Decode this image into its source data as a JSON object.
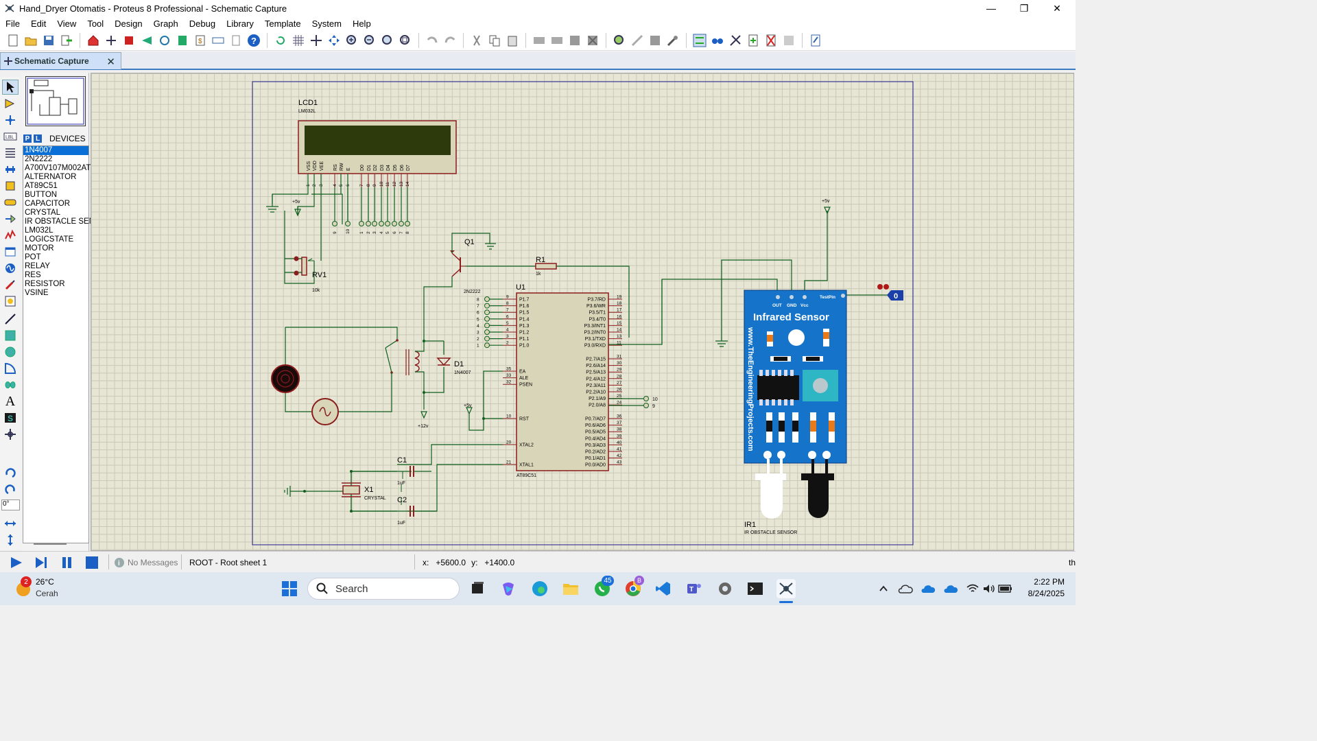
{
  "window": {
    "title": "Hand_Dryer Otomatis - Proteus 8 Professional - Schematic Capture",
    "minimize": "—",
    "maximize": "❐",
    "close": "✕"
  },
  "menu": [
    "File",
    "Edit",
    "View",
    "Tool",
    "Design",
    "Graph",
    "Debug",
    "Library",
    "Template",
    "System",
    "Help"
  ],
  "tab": {
    "label": "Schematic Capture",
    "close": "✕"
  },
  "devices_panel": {
    "p_button": "P",
    "l_button": "L",
    "header": "DEVICES",
    "selected": "1N4007",
    "items": [
      "1N4007",
      "2N2222",
      "A700V107M002ATE",
      "ALTERNATOR",
      "AT89C51",
      "BUTTON",
      "CAPACITOR",
      "CRYSTAL",
      "IR OBSTACLE SENSOR",
      "LM032L",
      "LOGICSTATE",
      "MOTOR",
      "POT",
      "RELAY",
      "RES",
      "RESISTOR",
      "VSINE"
    ]
  },
  "rotation": "0°",
  "schematic": {
    "lcd": {
      "ref": "LCD1",
      "part": "LM032L",
      "pins": [
        "VSS",
        "VDD",
        "VEE",
        "RS",
        "RW",
        "E",
        "D0",
        "D1",
        "D2",
        "D3",
        "D4",
        "D5",
        "D6",
        "D7"
      ],
      "pin_nums": [
        "1",
        "2",
        "3",
        "4",
        "5",
        "6",
        "7",
        "8",
        "9",
        "10",
        "11",
        "12",
        "13",
        "14"
      ],
      "bottom_labels": [
        "9",
        "10",
        "1",
        "2",
        "3",
        "4",
        "5",
        "6",
        "7",
        "8"
      ]
    },
    "pot": {
      "ref": "RV1",
      "value": "10k"
    },
    "transistor": {
      "ref": "Q1",
      "part": "2N2222"
    },
    "resistor": {
      "ref": "R1",
      "value": "1k"
    },
    "diode": {
      "ref": "D1",
      "part": "1N4007"
    },
    "mcu": {
      "ref": "U1",
      "part": "AT89C51",
      "left_pins": [
        {
          "num": "9",
          "name": "P1.7",
          "label": "8"
        },
        {
          "num": "8",
          "name": "P1.6",
          "label": "7"
        },
        {
          "num": "7",
          "name": "P1.5",
          "label": "6"
        },
        {
          "num": "6",
          "name": "P1.4",
          "label": "5"
        },
        {
          "num": "5",
          "name": "P1.3",
          "label": "4"
        },
        {
          "num": "4",
          "name": "P1.2",
          "label": "3"
        },
        {
          "num": "3",
          "name": "P1.1",
          "label": "2"
        },
        {
          "num": "2",
          "name": "P1.0",
          "label": "1"
        }
      ],
      "ctrl_pins": [
        {
          "num": "35",
          "name": "EA"
        },
        {
          "num": "33",
          "name": "ALE"
        },
        {
          "num": "32",
          "name": "PSEN"
        }
      ],
      "rst": {
        "num": "10",
        "name": "RST"
      },
      "xtal2": {
        "num": "20",
        "name": "XTAL2"
      },
      "xtal1": {
        "num": "21",
        "name": "XTAL1"
      },
      "right_pins_p3": [
        {
          "num": "19",
          "name": "P3.7/RD"
        },
        {
          "num": "18",
          "name": "P3.6/WR"
        },
        {
          "num": "17",
          "name": "P3.5/T1"
        },
        {
          "num": "16",
          "name": "P3.4/T0"
        },
        {
          "num": "15",
          "name": "P3.3/INT1"
        },
        {
          "num": "14",
          "name": "P3.2/INT0"
        },
        {
          "num": "13",
          "name": "P3.1/TXD"
        },
        {
          "num": "11",
          "name": "P3.0/RXD"
        }
      ],
      "right_pins_p2": [
        {
          "num": "31",
          "name": "P2.7/A15"
        },
        {
          "num": "30",
          "name": "P2.6/A14"
        },
        {
          "num": "29",
          "name": "P2.5/A13"
        },
        {
          "num": "28",
          "name": "P2.4/A12"
        },
        {
          "num": "27",
          "name": "P2.3/A11"
        },
        {
          "num": "26",
          "name": "P2.2/A10"
        },
        {
          "num": "25",
          "name": "P2.1/A9"
        },
        {
          "num": "24",
          "name": "P2.0/A8"
        }
      ],
      "right_pins_p0": [
        {
          "num": "36",
          "name": "P0.7/AD7"
        },
        {
          "num": "37",
          "name": "P0.6/AD6"
        },
        {
          "num": "38",
          "name": "P0.5/AD5"
        },
        {
          "num": "39",
          "name": "P0.4/AD4"
        },
        {
          "num": "40",
          "name": "P0.3/AD3"
        },
        {
          "num": "41",
          "name": "P0.2/AD2"
        },
        {
          "num": "42",
          "name": "P0.1/AD1"
        },
        {
          "num": "43",
          "name": "P0.0/AD0"
        }
      ],
      "p2_terminals": [
        "10",
        "9"
      ]
    },
    "c1": {
      "ref": "C1",
      "value": "1uF"
    },
    "c2": {
      "ref": "C2",
      "value": "1uF"
    },
    "crystal": {
      "ref": "X1",
      "part": "CRYSTAL"
    },
    "power_5v": "+5v",
    "power_12v": "+12v",
    "sensor": {
      "ref": "IR1",
      "part": "IR OBSTACLE SENSOR",
      "title": "Infrared Sensor",
      "vertical_text": "www.TheEngineeringProjects.com",
      "pins": [
        "OUT",
        "GND",
        "Vcc"
      ],
      "testpin": "TestPin",
      "logic_probe": "0"
    }
  },
  "status": {
    "messages": "No Messages",
    "sheet": "ROOT - Root sheet 1",
    "x_label": "x:",
    "x_value": "+5600.0",
    "y_label": "y:",
    "y_value": "+1400.0",
    "right": "th"
  },
  "taskbar": {
    "weather_temp": "26°C",
    "weather_desc": "Cerah",
    "weather_badge": "2",
    "search": "Search",
    "whatsapp_badge": "45",
    "chrome_badge": "B",
    "time": "2:22 PM",
    "date": "8/24/2025"
  }
}
